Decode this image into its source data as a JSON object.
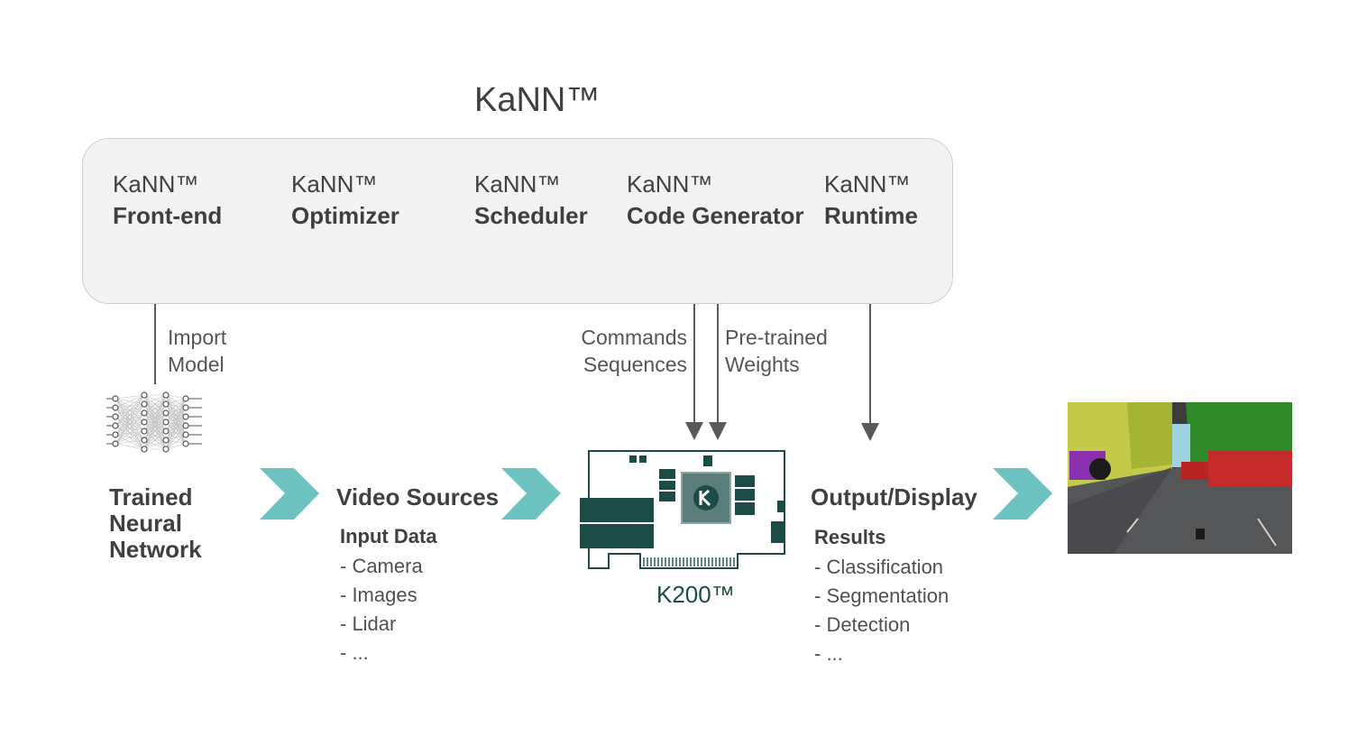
{
  "title": "KaNN™",
  "stages": [
    {
      "brand": "KaNN™",
      "name": "Front-end"
    },
    {
      "brand": "KaNN™",
      "name": "Optimizer"
    },
    {
      "brand": "KaNN™",
      "name": "Scheduler"
    },
    {
      "brand": "KaNN™",
      "name": "Code Generator"
    },
    {
      "brand": "KaNN™",
      "name": "Runtime"
    }
  ],
  "labels": {
    "import_model": [
      "Import",
      "Model"
    ],
    "commands_sequences": [
      "Commands",
      "Sequences"
    ],
    "pretrained_weights": [
      "Pre-trained",
      "Weights"
    ]
  },
  "trained_network": [
    "Trained",
    "Neural",
    "Network"
  ],
  "video_sources": {
    "heading": "Video Sources",
    "subheading": "Input Data",
    "items": [
      "- Camera",
      "- Images",
      "- Lidar",
      "- ..."
    ]
  },
  "board_label": "K200™",
  "output": {
    "heading": "Output/Display",
    "subheading": "Results",
    "items": [
      "- Classification",
      "- Segmentation",
      "- Detection",
      "- ..."
    ]
  },
  "colors": {
    "teal": "#6cc3c1",
    "board_dark": "#1d4b47",
    "line": "#595959",
    "panel": "#f2f2f2"
  },
  "icons": [
    "neural-network-icon",
    "flow-arrow-icon",
    "k200-board-icon",
    "segmentation-image"
  ]
}
